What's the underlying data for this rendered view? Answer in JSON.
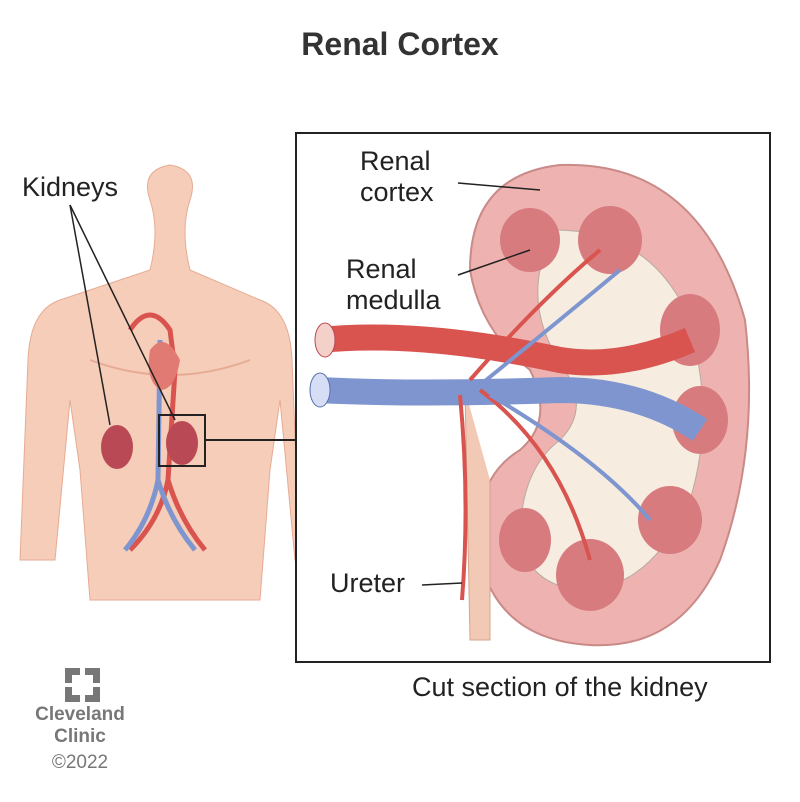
{
  "title": "Renal Cortex",
  "labels": {
    "kidneys": "Kidneys",
    "renal_cortex_line1": "Renal",
    "renal_cortex_line2": "cortex",
    "renal_medulla_line1": "Renal",
    "renal_medulla_line2": "medulla",
    "ureter": "Ureter"
  },
  "caption": "Cut section of the kidney",
  "logo": {
    "line1": "Cleveland",
    "line2": "Clinic",
    "copyright": "©2022"
  },
  "colors": {
    "skin": "#f3c6b0",
    "kidney": "#d77b7f",
    "cortex": "#eeb3b0",
    "artery": "#d9534f",
    "vein": "#7f95cf"
  }
}
